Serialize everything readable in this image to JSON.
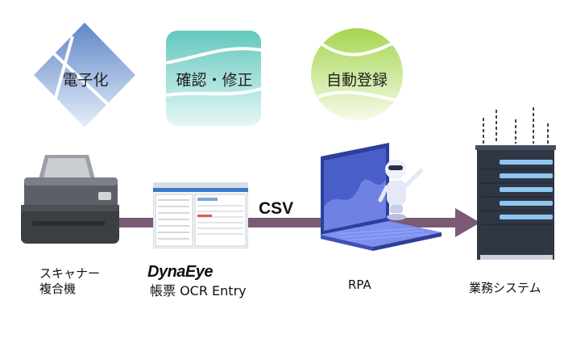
{
  "steps": [
    {
      "label": "電子化"
    },
    {
      "label": "確認・修正"
    },
    {
      "label": "自動登録"
    }
  ],
  "flow": {
    "scanner": {
      "line1": "スキャナー",
      "line2": "複合機"
    },
    "ocr": {
      "brand": "DynaEye",
      "product": "帳票 OCR Entry"
    },
    "csv_label": "CSV",
    "rpa": {
      "label": "RPA"
    },
    "system": {
      "label": "業務システム"
    }
  },
  "colors": {
    "arrow": "#7a5a74",
    "step1": "#7a9fd4",
    "step2": "#7fd3c8",
    "step3": "#b3dc6a"
  },
  "icons": [
    "scanner-icon",
    "ocr-screen-icon",
    "laptop-robot-icon",
    "server-rack-icon"
  ]
}
